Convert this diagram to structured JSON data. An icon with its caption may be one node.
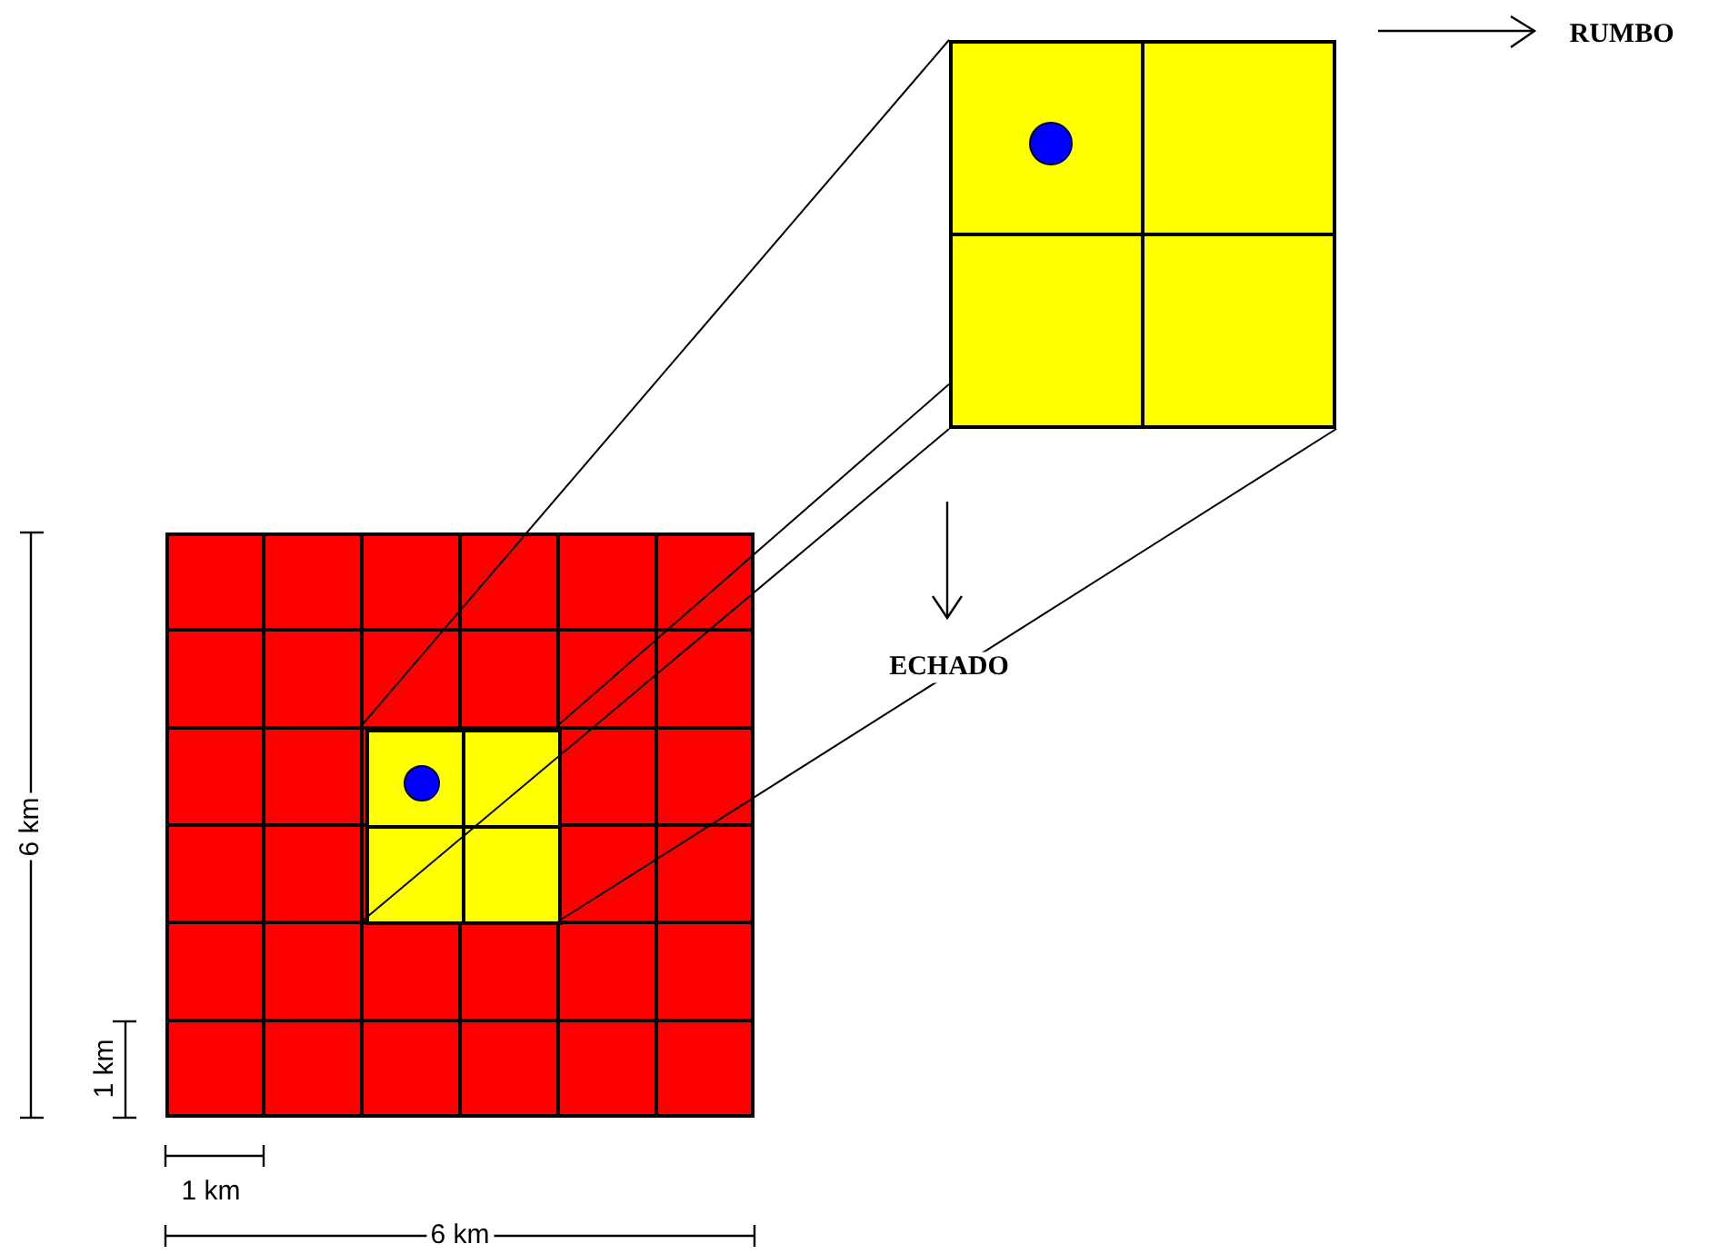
{
  "diagram": {
    "nodes": [
      {
        "text": [],
        "shape": "box"
      },
      {
        "text": [],
        "shape": "box",
        "in": 0
      },
      {
        "text": [],
        "shape": "box"
      }
    ],
    "edges": [
      {
        "from": 1,
        "to": 2,
        "arrow": "none"
      },
      {
        "from": 1,
        "to": 2,
        "arrow": "none"
      },
      {
        "from": 1,
        "to": 2,
        "arrow": "none"
      },
      {
        "from": 1,
        "to": 2,
        "arrow": "none"
      }
    ],
    "labels": [
      "RUMBO",
      "ECHADO",
      "6 km",
      "1 km",
      "1 km",
      "6 km"
    ]
  }
}
